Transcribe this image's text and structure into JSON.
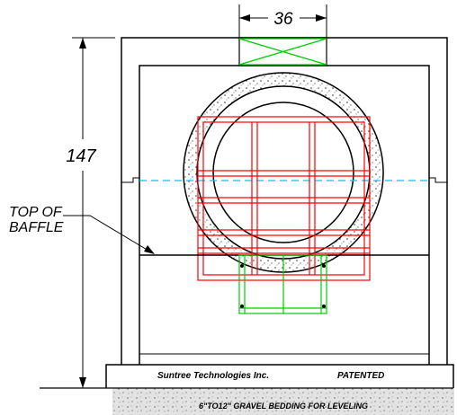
{
  "dimensions": {
    "top_width": "36",
    "height": "147"
  },
  "labels": {
    "baffle_line1": "TOP OF",
    "baffle_line2": "BAFFLE",
    "company": "Suntree Technologies Inc.",
    "patent": "PATENTED",
    "bedding": "6\"TO12\" GRAVEL BEDDING FOR LEVELING"
  },
  "colors": {
    "outline": "#000000",
    "hatch": "#00cc00",
    "basket": "#ff0000",
    "waterline": "#00c8e6",
    "gravel": "#d0d0d0"
  }
}
